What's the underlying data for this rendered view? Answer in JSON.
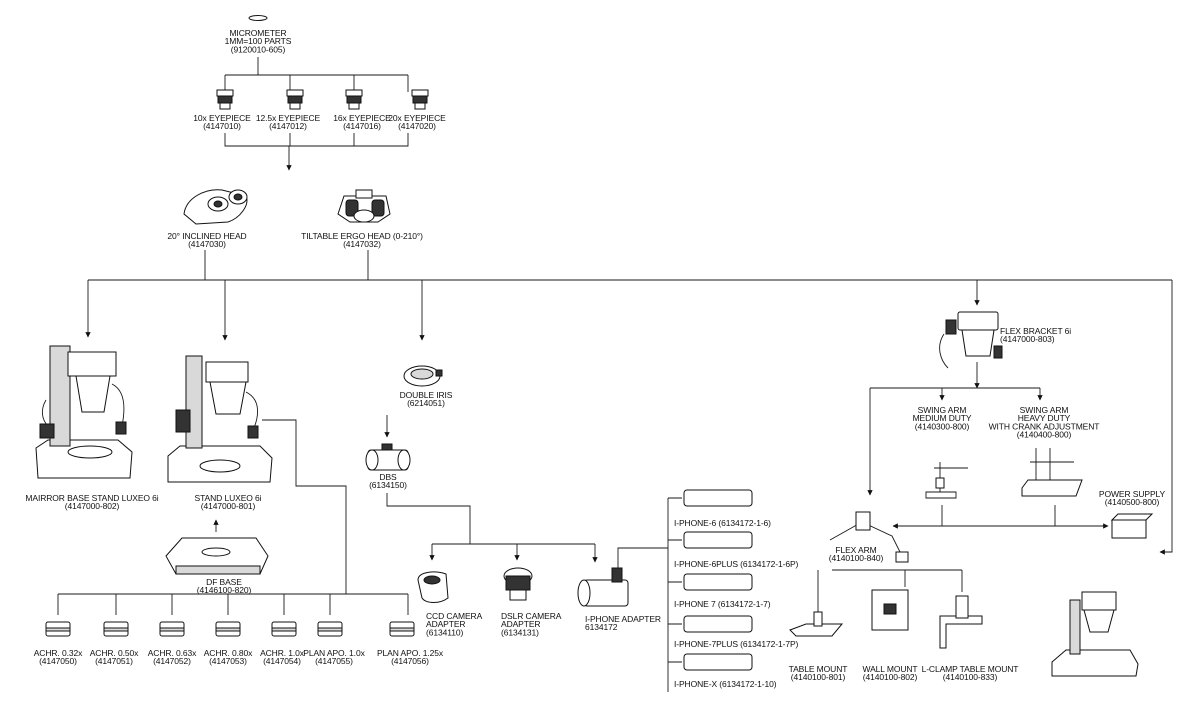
{
  "nodes": {
    "micrometer": {
      "lines": [
        "MICROMETER",
        "1MM=100 PARTS",
        "(9120010-605)"
      ]
    },
    "eyepiece_10x": {
      "lines": [
        "10x EYEPIECE",
        "(4147010)"
      ]
    },
    "eyepiece_12_5x": {
      "lines": [
        "12.5x EYEPIECE",
        "(4147012)"
      ]
    },
    "eyepiece_16x": {
      "lines": [
        "16x EYEPIECE",
        "(4147016)"
      ]
    },
    "eyepiece_20x": {
      "lines": [
        "20x EYEPIECE",
        "(4147020)"
      ]
    },
    "inclined_head": {
      "lines": [
        "20° INCLINED HEAD",
        "(4147030)"
      ]
    },
    "ergo_head": {
      "lines": [
        "TILTABLE ERGO HEAD (0-210°)",
        "(4147032)"
      ]
    },
    "mirror_stand": {
      "lines": [
        "MAIRROR BASE STAND LUXEO 6i",
        "(4147000-802)"
      ]
    },
    "stand_luxeo": {
      "lines": [
        "STAND LUXEO 6i",
        "(4147000-801)"
      ]
    },
    "df_base": {
      "lines": [
        "DF BASE",
        "(4146100-820)"
      ]
    },
    "double_iris": {
      "lines": [
        "DOUBLE IRIS",
        "(6214051)"
      ]
    },
    "dbs": {
      "lines": [
        "DBS",
        "(6134150)"
      ]
    },
    "ccd_adapter": {
      "lines": [
        "CCD CAMERA",
        "ADAPTER",
        "(6134110)"
      ]
    },
    "dslr_adapter": {
      "lines": [
        "DSLR CAMERA",
        "ADAPTER",
        "(6134131)"
      ]
    },
    "iphone_adapter": {
      "lines": [
        "I-PHONE ADAPTER",
        "6134172"
      ]
    },
    "iphone_6": {
      "lines": [
        "I-PHONE-6 (6134172-1-6)"
      ]
    },
    "iphone_6plus": {
      "lines": [
        "I-PHONE-6PLUS (6134172-1-6P)"
      ]
    },
    "iphone_7": {
      "lines": [
        "I-PHONE 7 (6134172-1-7)"
      ]
    },
    "iphone_7plus": {
      "lines": [
        "I-PHONE-7PLUS (6134172-1-7P)"
      ]
    },
    "iphone_x": {
      "lines": [
        "I-PHONE-X (6134172-1-10)"
      ]
    },
    "flex_bracket": {
      "lines": [
        "FLEX BRACKET 6i",
        "(4147000-803)"
      ]
    },
    "swing_medium": {
      "lines": [
        "SWING ARM",
        "MEDIUM DUTY",
        "(4140300-800)"
      ]
    },
    "swing_heavy": {
      "lines": [
        "SWING ARM",
        "HEAVY DUTY",
        "WITH CRANK ADJUSTMENT",
        "(4140400-800)"
      ]
    },
    "power_supply": {
      "lines": [
        "POWER SUPPLY",
        "(4140500-800)"
      ]
    },
    "flex_arm": {
      "lines": [
        "FLEX ARM",
        "(4140100-840)"
      ]
    },
    "table_mount": {
      "lines": [
        "TABLE MOUNT",
        "(4140100-801)"
      ]
    },
    "wall_mount": {
      "lines": [
        "WALL MOUNT",
        "(4140100-802)"
      ]
    },
    "lclamp_mount": {
      "lines": [
        "L-CLAMP TABLE MOUNT",
        "(4140100-833)"
      ]
    },
    "obj_032": {
      "lines": [
        "ACHR. 0.32x",
        "(4147050)"
      ]
    },
    "obj_050": {
      "lines": [
        "ACHR. 0.50x",
        "(4147051)"
      ]
    },
    "obj_063": {
      "lines": [
        "ACHR. 0.63x",
        "(4147052)"
      ]
    },
    "obj_080": {
      "lines": [
        "ACHR. 0.80x",
        "(4147053)"
      ]
    },
    "obj_100": {
      "lines": [
        "ACHR. 1.0x",
        "(4147054)"
      ]
    },
    "obj_apo_100": {
      "lines": [
        "PLAN APO. 1.0x",
        "(4147055)"
      ]
    },
    "obj_apo_125": {
      "lines": [
        "PLAN APO. 1.25x",
        "(4147056)"
      ]
    }
  }
}
